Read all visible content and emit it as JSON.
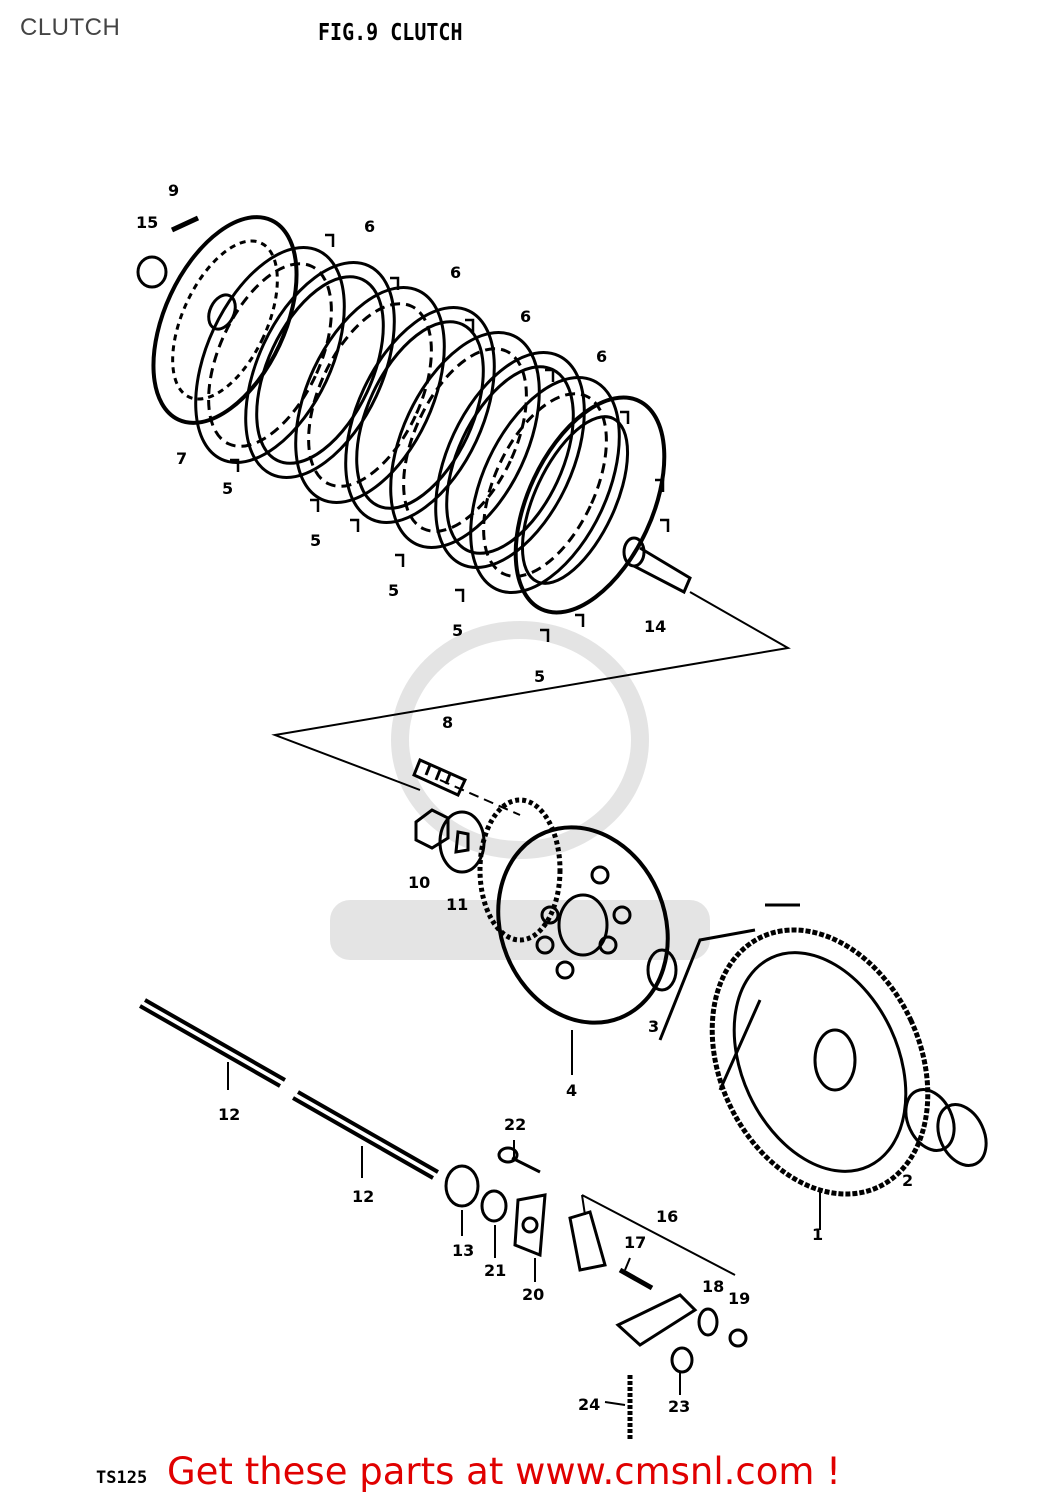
{
  "header": {
    "page_title": "CLUTCH",
    "figure_title": "FIG.9  CLUTCH"
  },
  "callouts": {
    "c1": "1",
    "c2": "2",
    "c3": "3",
    "c4": "4",
    "c5a": "5",
    "c5b": "5",
    "c5c": "5",
    "c5d": "5",
    "c5e": "5",
    "c6a": "6",
    "c6b": "6",
    "c6c": "6",
    "c6d": "6",
    "c7": "7",
    "c8": "8",
    "c9": "9",
    "c10": "10",
    "c11": "11",
    "c12a": "12",
    "c12b": "12",
    "c13": "13",
    "c14": "14",
    "c15": "15",
    "c16": "16",
    "c17": "17",
    "c18": "18",
    "c19": "19",
    "c20": "20",
    "c21": "21",
    "c22": "22",
    "c23": "23",
    "c24": "24"
  },
  "footer": {
    "model": "TS125",
    "banner": "Get these parts at www.cmsnl.com !"
  },
  "colors": {
    "banner": "#e00000",
    "ink": "#000000"
  }
}
